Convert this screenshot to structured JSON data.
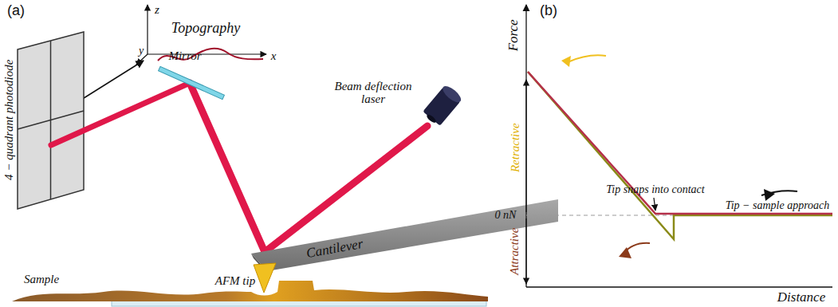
{
  "diagram": {
    "labels": [
      "(a)",
      "Topography",
      "z",
      "y",
      "x",
      "4 − quadrant photodiode",
      "Mirror",
      "Beam deflection laser",
      "Cantilever",
      "AFM tip",
      "Sample",
      "(b)",
      "Force",
      "Retractive",
      "Attractive",
      "Tip snaps into contact",
      "Tip − sample approach",
      "0 nN",
      "Distance"
    ]
  }
}
